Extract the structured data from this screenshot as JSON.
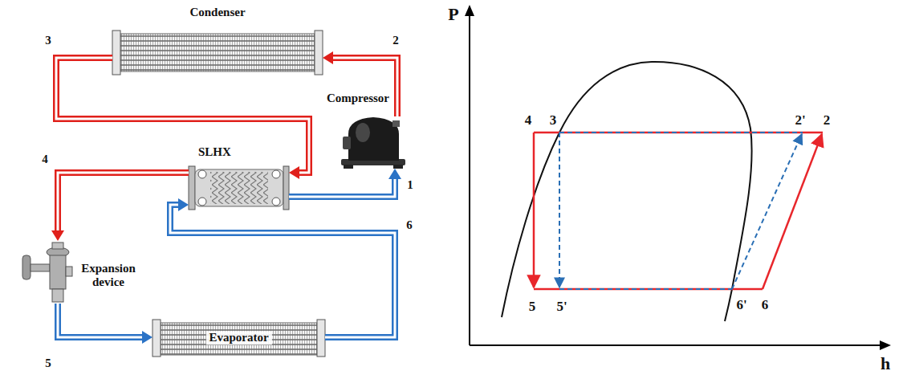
{
  "diagram": {
    "nodes": [
      {
        "text": [
          "Condenser"
        ]
      },
      {
        "text": [
          "Compressor"
        ]
      },
      {
        "text": [
          "SLHX"
        ]
      },
      {
        "text": [
          "Expansion device"
        ]
      },
      {
        "text": [
          "Evaporator"
        ]
      }
    ],
    "edges": [
      {
        "from": 1,
        "to": 0,
        "arrow": "to",
        "label": "2"
      },
      {
        "from": 0,
        "to": 2,
        "arrow": "to",
        "label": "3"
      },
      {
        "from": 2,
        "to": 3,
        "arrow": "to",
        "label": "4"
      },
      {
        "from": 3,
        "to": 4,
        "arrow": "to",
        "label": "5"
      },
      {
        "from": 4,
        "to": 2,
        "arrow": "to",
        "label": "6"
      },
      {
        "from": 2,
        "to": 1,
        "arrow": "to",
        "label": "1"
      }
    ],
    "labels": [
      "P",
      "h",
      "4",
      "3",
      "2'",
      "2",
      "5",
      "5'",
      "6'",
      "6"
    ]
  }
}
